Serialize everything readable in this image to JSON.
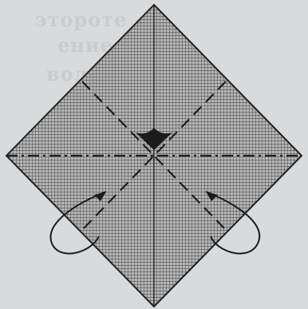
{
  "background": {
    "paper_color": "#d8dadb",
    "show_through_text": [
      "этороте",
      "ение",
      "волн"
    ]
  },
  "diagram": {
    "sheet_fill": "#b7b7b7",
    "sheet_outline_color": "#222222",
    "hatch_color": "#3a3a3a",
    "fold_line_color": "#1e1e1e",
    "valley_fold_lines": [
      "diagonal-top-left-to-bottom-right",
      "diagonal-top-right-to-bottom-left"
    ],
    "mountain_fold_lines": [
      "horizontal-center"
    ],
    "push_direction_arrow": "center-down",
    "curved_arrows": [
      "left-corner-fold-up",
      "right-corner-fold-up"
    ]
  }
}
